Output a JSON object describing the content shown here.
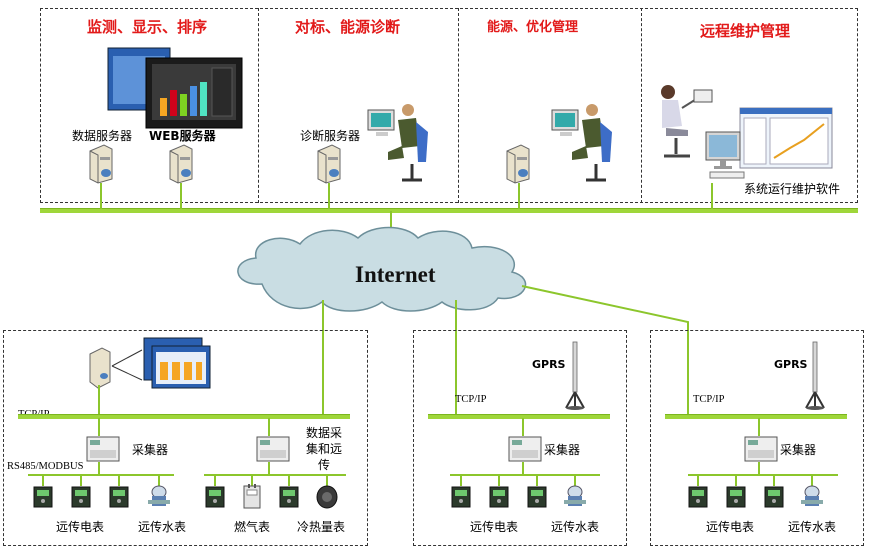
{
  "top_sections": [
    {
      "title": "监测、显示、排序"
    },
    {
      "title": "对标、能源诊断"
    },
    {
      "title": "能源、优化管理"
    },
    {
      "title": "远程维护管理"
    }
  ],
  "top_labels": {
    "data_server": "数据服务器",
    "web_server": "WEB服务器",
    "diag_server": "诊断服务器",
    "maint_software": "系统运行维护软件"
  },
  "internet_label": "Internet",
  "bottom_left": {
    "tcpip": "TCP/IP",
    "rs485": "RS485/MODBUS",
    "collector": "采集器",
    "data_collect_lines": [
      "数据采",
      "集和远",
      "传"
    ],
    "meters": {
      "electric": "远传电表",
      "water": "远传水表",
      "gas": "燃气表",
      "heat": "冷热量表"
    }
  },
  "bottom_mid": {
    "gprs": "GPRS",
    "tcpip": "TCP/IP",
    "collector": "采集器",
    "meters": {
      "electric": "远传电表",
      "water": "远传水表"
    }
  },
  "bottom_right": {
    "gprs": "GPRS",
    "tcpip": "TCP/IP",
    "collector": "采集器",
    "meters": {
      "electric": "远传电表",
      "water": "远传水表"
    }
  },
  "colors": {
    "title_red": "#e21a1a",
    "bus_green": "#9fd63a",
    "cloud_fill": "#c9dde3"
  }
}
